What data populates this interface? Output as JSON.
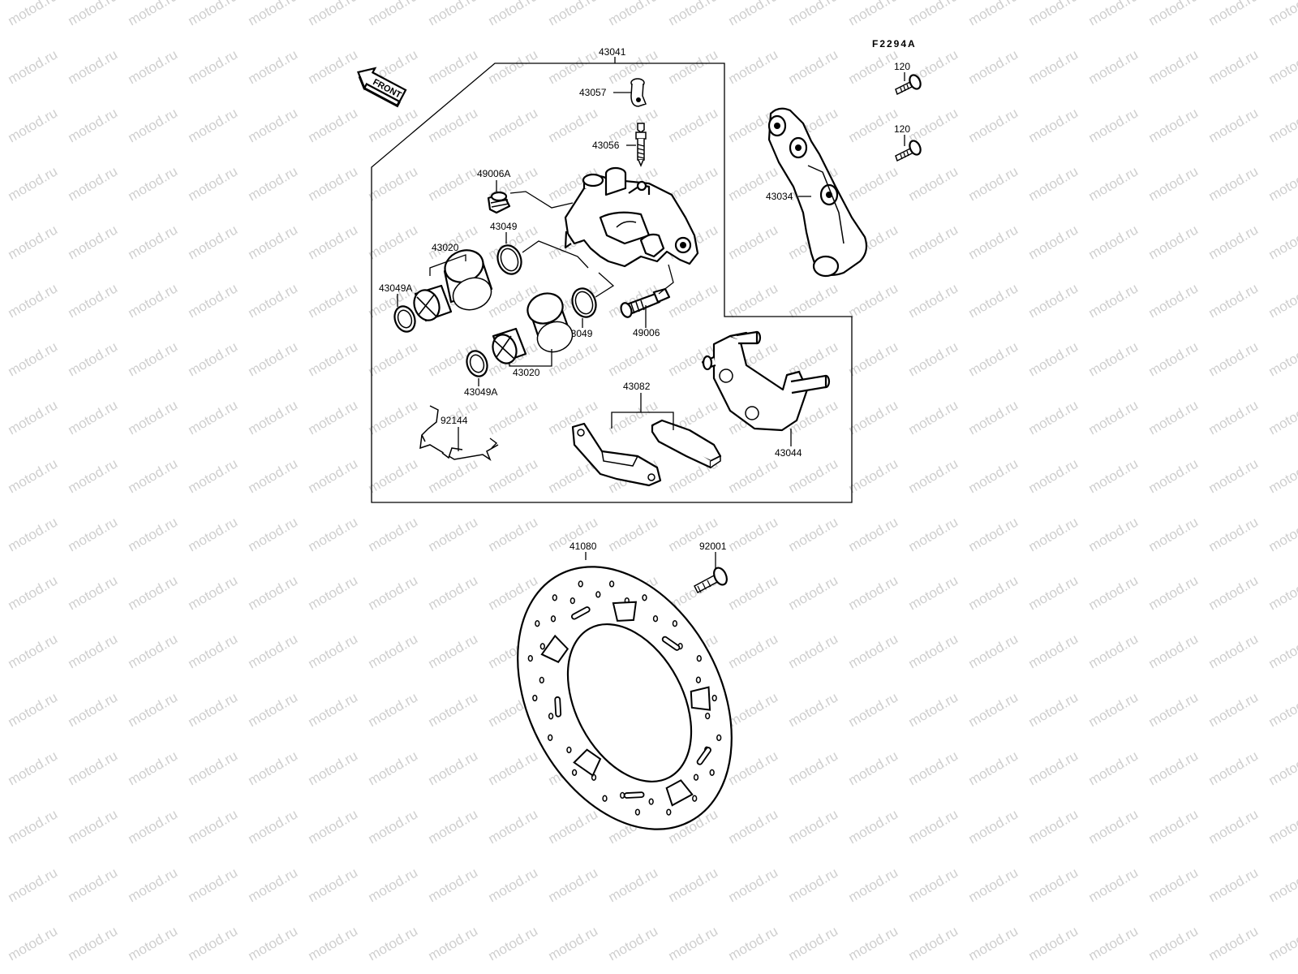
{
  "figure_code": "F2294A",
  "front_marker": "FRONT",
  "watermark": "motod.ru",
  "part_labels": {
    "p43041": "43041",
    "p43057": "43057",
    "p43056": "43056",
    "p49006A": "49006A",
    "p43049_upper": "43049",
    "p43020_upper": "43020",
    "p43049A_upper": "43049A",
    "p43049_lower": "43049",
    "p49006": "49006",
    "p43020_lower": "43020",
    "p43049A_lower": "43049A",
    "p92144": "92144",
    "p43082": "43082",
    "p43044": "43044",
    "p43034": "43034",
    "p120_upper": "120",
    "p120_lower": "120",
    "p41080": "41080",
    "p92001": "92001"
  }
}
